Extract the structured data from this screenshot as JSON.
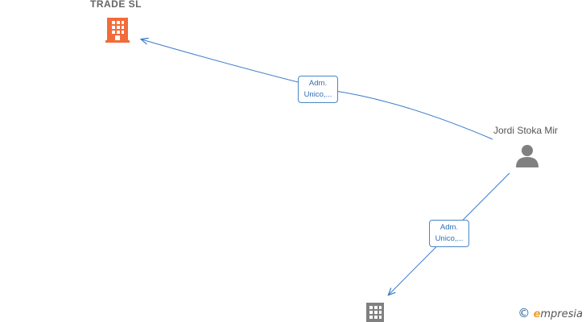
{
  "nodes": {
    "company_top": {
      "label": "TRADE  SL",
      "color": "#f26b3a",
      "icon": "building-icon"
    },
    "person": {
      "label": "Jordi Stoka Mir",
      "color": "#808080",
      "icon": "person-icon"
    },
    "company_bottom": {
      "label": "",
      "color": "#808080",
      "icon": "building-icon"
    }
  },
  "edges": [
    {
      "from": "person",
      "to": "company_top",
      "label_line1": "Adm.",
      "label_line2": "Unico,..."
    },
    {
      "from": "person",
      "to": "company_bottom",
      "label_line1": "Adm.",
      "label_line2": "Unico,..."
    }
  ],
  "edge_color": "#3a7bc8",
  "watermark": {
    "copyright": "©",
    "brand_first": "e",
    "brand_rest": "mpresia"
  }
}
